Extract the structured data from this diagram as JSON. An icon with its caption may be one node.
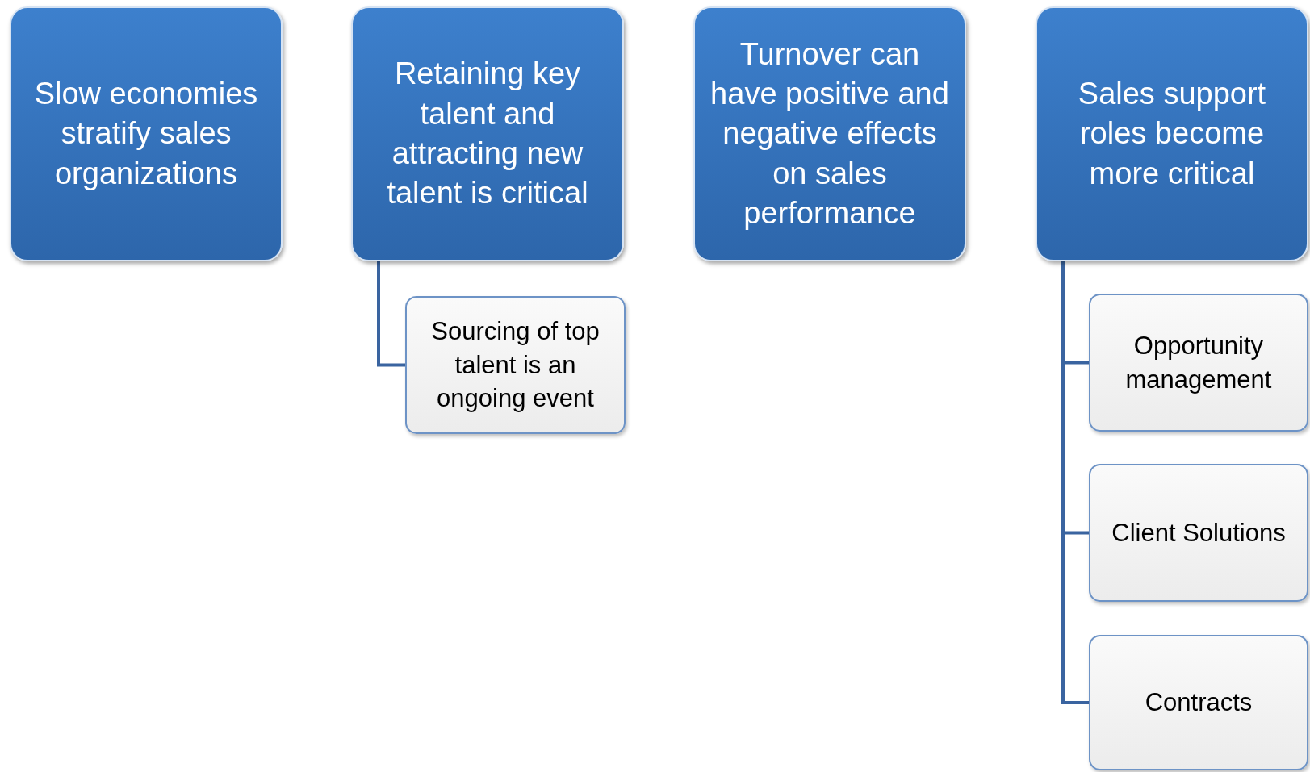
{
  "diagram": {
    "nodes": [
      {
        "text": [
          "Slow economies stratify sales organizations"
        ]
      },
      {
        "text": [
          "Retaining key talent and attracting new talent is critical"
        ]
      },
      {
        "text": [
          "Sourcing of top talent is an ongoing event"
        ]
      },
      {
        "text": [
          "Turnover can have positive and negative effects on sales performance"
        ]
      },
      {
        "text": [
          "Sales support roles become more critical"
        ]
      },
      {
        "text": [
          "Opportunity management"
        ]
      },
      {
        "text": [
          "Client Solutions"
        ]
      },
      {
        "text": [
          "Contracts"
        ]
      }
    ],
    "edges": [
      {
        "from": 1,
        "to": 2,
        "arrow": "none"
      },
      {
        "from": 4,
        "to": 5,
        "arrow": "none"
      },
      {
        "from": 4,
        "to": 6,
        "arrow": "none"
      },
      {
        "from": 4,
        "to": 7,
        "arrow": "none"
      }
    ]
  }
}
